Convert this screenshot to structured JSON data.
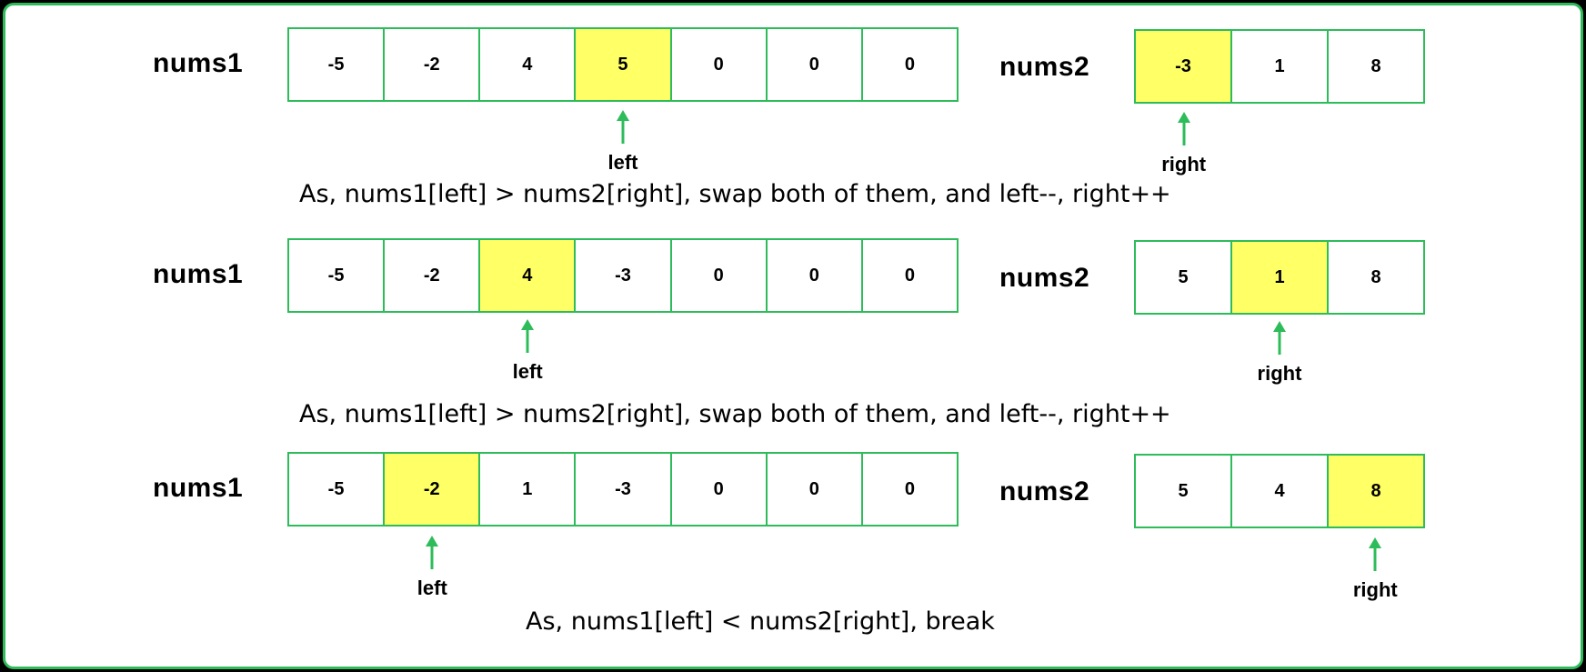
{
  "colors": {
    "border_green": "#2ebc5a",
    "highlight_yellow": "#ffff66",
    "background": "#ffffff"
  },
  "steps": [
    {
      "nums1": {
        "label": "nums1",
        "cells": [
          "-5",
          "-2",
          "4",
          "5",
          "0",
          "0",
          "0"
        ],
        "highlight_index": 3,
        "pointer": "left"
      },
      "nums2": {
        "label": "nums2",
        "cells": [
          "-3",
          "1",
          "8"
        ],
        "highlight_index": 0,
        "pointer": "right"
      },
      "caption": "As, nums1[left] > nums2[right], swap both of them, and left--, right++"
    },
    {
      "nums1": {
        "label": "nums1",
        "cells": [
          "-5",
          "-2",
          "4",
          "-3",
          "0",
          "0",
          "0"
        ],
        "highlight_index": 2,
        "pointer": "left"
      },
      "nums2": {
        "label": "nums2",
        "cells": [
          "5",
          "1",
          "8"
        ],
        "highlight_index": 1,
        "pointer": "right"
      },
      "caption": "As, nums1[left] > nums2[right], swap both of them, and left--, right++"
    },
    {
      "nums1": {
        "label": "nums1",
        "cells": [
          "-5",
          "-2",
          "1",
          "-3",
          "0",
          "0",
          "0"
        ],
        "highlight_index": 1,
        "pointer": "left"
      },
      "nums2": {
        "label": "nums2",
        "cells": [
          "5",
          "4",
          "8"
        ],
        "highlight_index": 2,
        "pointer": "right"
      },
      "caption": "As, nums1[left] < nums2[right], break"
    }
  ]
}
